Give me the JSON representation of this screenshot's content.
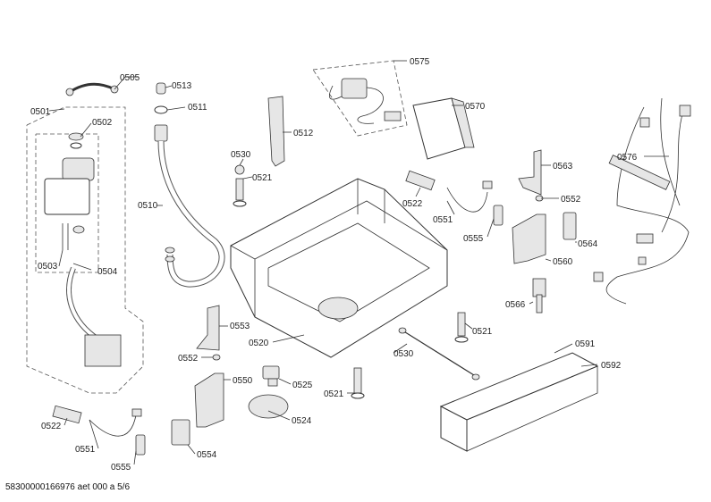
{
  "footer": "58300000166976 aet 000 a 5/6",
  "labels": {
    "l0505": "0505",
    "l0501": "0501",
    "l0502": "0502",
    "l0503": "0503",
    "l0504": "0504",
    "l0513": "0513",
    "l0511": "0511",
    "l0510": "0510",
    "l0512": "0512",
    "l0530a": "0530",
    "l0521a": "0521",
    "l0575": "0575",
    "l0570": "0570",
    "l0563": "0563",
    "l0552a": "0552",
    "l0522a": "0522",
    "l0551a": "0551",
    "l0555a": "0555",
    "l0560": "0560",
    "l0564": "0564",
    "l0576": "0576",
    "l0566": "0566",
    "l0521b": "0521",
    "l0553": "0553",
    "l0552b": "0552",
    "l0520": "0520",
    "l0550": "0550",
    "l0525": "0525",
    "l0524": "0524",
    "l0554": "0554",
    "l0530b": "0530",
    "l0521c": "0521",
    "l0591": "0591",
    "l0592": "0592",
    "l0522b": "0522",
    "l0551b": "0551",
    "l0555b": "0555"
  }
}
